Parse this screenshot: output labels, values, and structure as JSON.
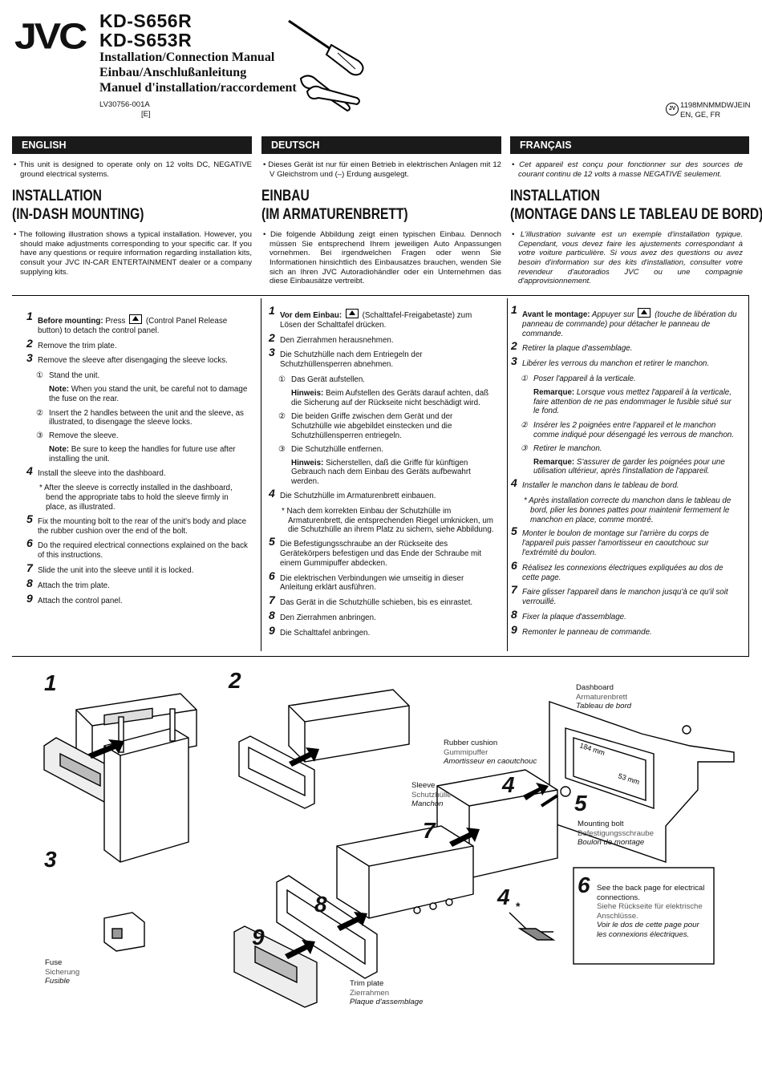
{
  "header": {
    "brand": "JVC",
    "model_1": "KD-S656R",
    "model_2": "KD-S653R",
    "title_en": "Installation/Connection Manual",
    "title_de": "Einbau/Anschlußanleitung",
    "title_fr": "Manuel d'installation/raccordement",
    "doc_code": "LV30756-001A",
    "region": "[E]",
    "print_code": "1198MNMMDWJEIN",
    "languages": "EN, GE, FR",
    "badge": "JV"
  },
  "english": {
    "bar": "ENGLISH",
    "intro": "This unit is designed to operate only on 12 volts DC, NEGATIVE ground electrical systems.",
    "heading_1": "INSTALLATION",
    "heading_2": "(IN-DASH MOUNTING)",
    "body": "The following illustration shows a typical installation. However, you should make adjustments corresponding to your specific car. If you have any questions or require information regarding installation kits, consult your JVC IN-CAR ENTERTAINMENT dealer or a company supplying kits.",
    "s1_lead": "Before mounting:",
    "s1_a": "Press",
    "s1_b": "(Control Panel Release button) to detach the control panel.",
    "s2": "Remove the trim plate.",
    "s3": "Remove the sleeve after disengaging the sleeve locks.",
    "s3_1": "Stand the unit.",
    "s3_note_lead": "Note:",
    "s3_note": "When you stand the unit, be careful not to damage the fuse on the rear.",
    "s3_2": "Insert the 2 handles between the unit and the sleeve, as illustrated, to disengage the sleeve locks.",
    "s3_3": "Remove the sleeve.",
    "s3_note2_lead": "Note:",
    "s3_note2": "Be sure to keep the handles for future use after installing the unit.",
    "s4": "Install the sleeve into the dashboard.",
    "s4_star": "* After the sleeve is correctly installed in the dashboard, bend the appropriate tabs to hold the sleeve firmly in place, as illustrated.",
    "s5": "Fix the mounting bolt to the rear of the unit's body and place the rubber cushion over the end of the bolt.",
    "s6": "Do the required electrical connections explained on the back of this instructions.",
    "s7": "Slide the unit into the sleeve until it is locked.",
    "s8": "Attach the trim plate.",
    "s9": "Attach the control panel."
  },
  "deutsch": {
    "bar": "DEUTSCH",
    "intro": "Dieses Gerät ist nur für einen Betrieb in elektrischen Anlagen mit 12 V Gleichstrom und (–) Erdung ausgelegt.",
    "heading_1": "EINBAU",
    "heading_2": "(IM ARMATURENBRETT)",
    "body": "Die folgende Abbildung zeigt einen typischen Einbau. Dennoch müssen Sie entsprechend Ihrem jeweiligen Auto Anpassungen vornehmen. Bei irgendwelchen Fragen oder wenn Sie Informationen hinsichtlich des Einbausatzes brauchen, wenden Sie sich an Ihren JVC Autoradiohändler oder ein Unternehmen das diese Einbausätze vertreibt.",
    "s1_lead": "Vor dem Einbau:",
    "s1_b": "(Schalttafel-Freigabetaste) zum Lösen der Schalttafel drücken.",
    "s2": "Den Zierrahmen herausnehmen.",
    "s3": "Die Schutzhülle nach dem Entriegeln der Schutzhüllensperren abnehmen.",
    "s3_1": "Das Gerät aufstellen.",
    "s3_note_lead": "Hinweis:",
    "s3_note": "Beim Aufstellen des Geräts darauf achten, daß die Sicherung auf der Rückseite nicht beschädigt wird.",
    "s3_2": "Die beiden Griffe zwischen dem Gerät und der Schutzhülle wie abgebildet einstecken und die Schutzhüllensperren entriegeln.",
    "s3_3": "Die Schutzhülle entfernen.",
    "s3_note2_lead": "Hinweis:",
    "s3_note2": "Sicherstellen, daß die Griffe für künftigen Gebrauch nach dem Einbau des Geräts aufbewahrt werden.",
    "s4": "Die Schutzhülle im Armaturenbrett einbauen.",
    "s4_star": "* Nach dem korrekten Einbau der Schutzhülle im Armaturenbrett, die entsprechenden Riegel umknicken, um die Schutzhülle an ihrem Platz zu sichern, siehe Abbildung.",
    "s5": "Die Befestigungsschraube an der Rückseite des Gerätekörpers befestigen und das Ende der Schraube mit einem Gummipuffer abdecken.",
    "s6": "Die elektrischen Verbindungen wie umseitig in dieser Anleitung erklärt ausführen.",
    "s7": "Das Gerät in die Schutzhülle schieben, bis es einrastet.",
    "s8": "Den Zierrahmen anbringen.",
    "s9": "Die Schalttafel anbringen."
  },
  "francais": {
    "bar": "FRANÇAIS",
    "intro": "Cet appareil est conçu pour fonctionner sur des sources de courant continu de 12 volts à masse NEGATIVE seulement.",
    "heading_1": "INSTALLATION",
    "heading_2": "(MONTAGE DANS LE TABLEAU DE BORD)",
    "body": "L'illustration suivante est un exemple d'installation typique. Cependant, vous devez faire les ajustements correspondant à votre voiture particulière. Si vous avez des questions ou avez besoin d'information sur des kits d'installation, consulter votre revendeur d'autoradios JVC ou une compagnie d'approvisionnement.",
    "s1_lead": "Avant le montage:",
    "s1_a": "Appuyer sur",
    "s1_b": "(touche de libération du panneau de commande) pour détacher le panneau de commande.",
    "s2": "Retirer la plaque d'assemblage.",
    "s3": "Libérer les verrous du manchon et retirer le manchon.",
    "s3_1": "Poser l'appareil à la verticale.",
    "s3_note_lead": "Remarque:",
    "s3_note": "Lorsque vous mettez l'appareil à la verticale, faire attention de ne pas endommager le fusible situé sur le fond.",
    "s3_2": "Insérer les 2 poignées entre l'appareil et le manchon comme indiqué pour désengagé les verrous de manchon.",
    "s3_3": "Retirer le manchon.",
    "s3_note2_lead": "Remarque:",
    "s3_note2": "S'assurer de garder les poignées pour une utilisation ultérieur, après l'installation de l'appareil.",
    "s4": "Installer le manchon dans le tableau de bord.",
    "s4_star": "* Après installation correcte du manchon dans le tableau de bord, plier les bonnes pattes pour maintenir fermement le manchon en place, comme montré.",
    "s5": "Monter le boulon de montage sur l'arrière du corps de l'appareil puis passer l'amortisseur en caoutchouc sur l'extrémité du boulon.",
    "s6": "Réalisez les connexions électriques expliquées au dos de cette page.",
    "s7": "Faire glisser l'appareil dans le manchon jusqu'à ce qu'il soit verrouillé.",
    "s8": "Fixer la plaque d'assemblage.",
    "s9": "Remonter le panneau de commande."
  },
  "numbers": {
    "n1": "1",
    "n2": "2",
    "n3": "3",
    "n4": "4",
    "n5": "5",
    "n6": "6",
    "n7": "7",
    "n8": "8",
    "n9": "9",
    "c1": "①",
    "c2": "②",
    "c3": "③",
    "star": "*"
  },
  "diagram": {
    "dashboard_en": "Dashboard",
    "dashboard_de": "Armaturenbrett",
    "dashboard_fr": "Tableau de bord",
    "rubber_en": "Rubber cushion",
    "rubber_de": "Gummipuffer",
    "rubber_fr": "Amortisseur en caoutchouc",
    "sleeve_en": "Sleeve",
    "sleeve_de": "Schutzhülle",
    "sleeve_fr": "Manchon",
    "bolt_en": "Mounting bolt",
    "bolt_de": "Befestigungsschraube",
    "bolt_fr": "Boulon de montage",
    "fuse_en": "Fuse",
    "fuse_de": "Sicherung",
    "fuse_fr": "Fusible",
    "trim_en": "Trim plate",
    "trim_de": "Zierrahmen",
    "trim_fr": "Plaque d'assemblage",
    "dim_w": "184 mm",
    "dim_h": "53 mm",
    "note6_en": "See the back page for electrical connections.",
    "note6_de": "Siehe Rückseite für elektrische Anschlüsse.",
    "note6_fr": "Voir le dos de cette page pour les connexions électriques."
  }
}
